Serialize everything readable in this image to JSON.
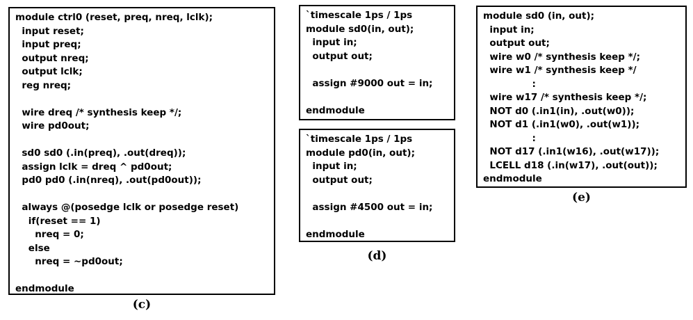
{
  "colors": {
    "background": "#ffffff",
    "text": "#000000",
    "box_border": "#000000"
  },
  "panel_c": {
    "caption": "(c)",
    "code": "module ctrl0 (reset, preq, nreq, lclk);\n  input reset;\n  input preq;\n  output nreq;\n  output lclk;\n  reg nreq;\n\n  wire dreq /* synthesis keep */;\n  wire pd0out;\n\n  sd0 sd0 (.in(preq), .out(dreq));\n  assign lclk = dreq ^ pd0out;\n  pd0 pd0 (.in(nreq), .out(pd0out));\n\n  always @(posedge lclk or posedge reset)\n    if(reset == 1)\n      nreq = 0;\n    else\n      nreq = ~pd0out;\n\nendmodule"
  },
  "panel_d": {
    "caption": "(d)",
    "box1_code": "`timescale 1ps / 1ps\nmodule sd0(in, out);\n  input in;\n  output out;\n\n  assign #9000 out = in;\n\nendmodule",
    "box2_code": "`timescale 1ps / 1ps\nmodule pd0(in, out);\n  input in;\n  output out;\n\n  assign #4500 out = in;\n\nendmodule"
  },
  "panel_e": {
    "caption": "(e)",
    "code": "module sd0 (in, out);\n  input in;\n  output out;\n  wire w0 /* synthesis keep */;\n  wire w1 /* synthesis keep */\n               :\n  wire w17 /* synthesis keep */;\n  NOT d0 (.in1(in), .out(w0));\n  NOT d1 (.in1(w0), .out(w1));\n               :\n  NOT d17 (.in1(w16), .out(w17));\n  LCELL d18 (.in(w17), .out(out));\nendmodule"
  }
}
